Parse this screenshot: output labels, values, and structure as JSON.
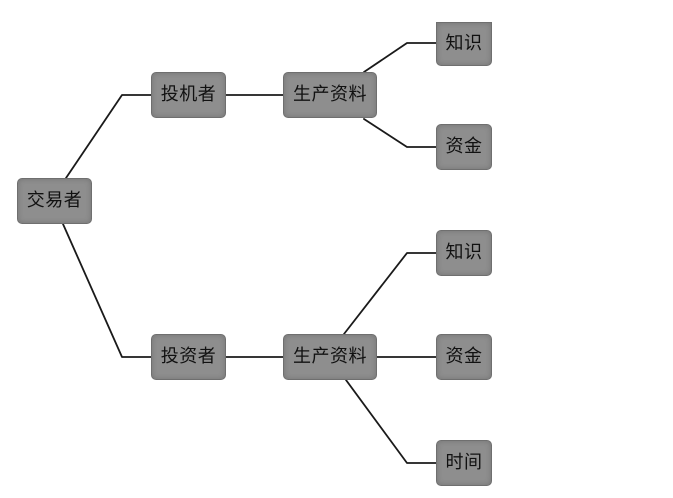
{
  "diagram": {
    "root": {
      "label": "交易者"
    },
    "branches": [
      {
        "label": "投机者",
        "means": {
          "label": "生产资料",
          "leaves": [
            "知识",
            "资金"
          ]
        }
      },
      {
        "label": "投资者",
        "means": {
          "label": "生产资料",
          "leaves": [
            "知识",
            "资金",
            "时间"
          ]
        }
      }
    ]
  },
  "colors": {
    "node_fill": "#8e8e8e",
    "node_border": "#6f6f6f",
    "line": "#1a1a1a",
    "background": "#ffffff"
  }
}
